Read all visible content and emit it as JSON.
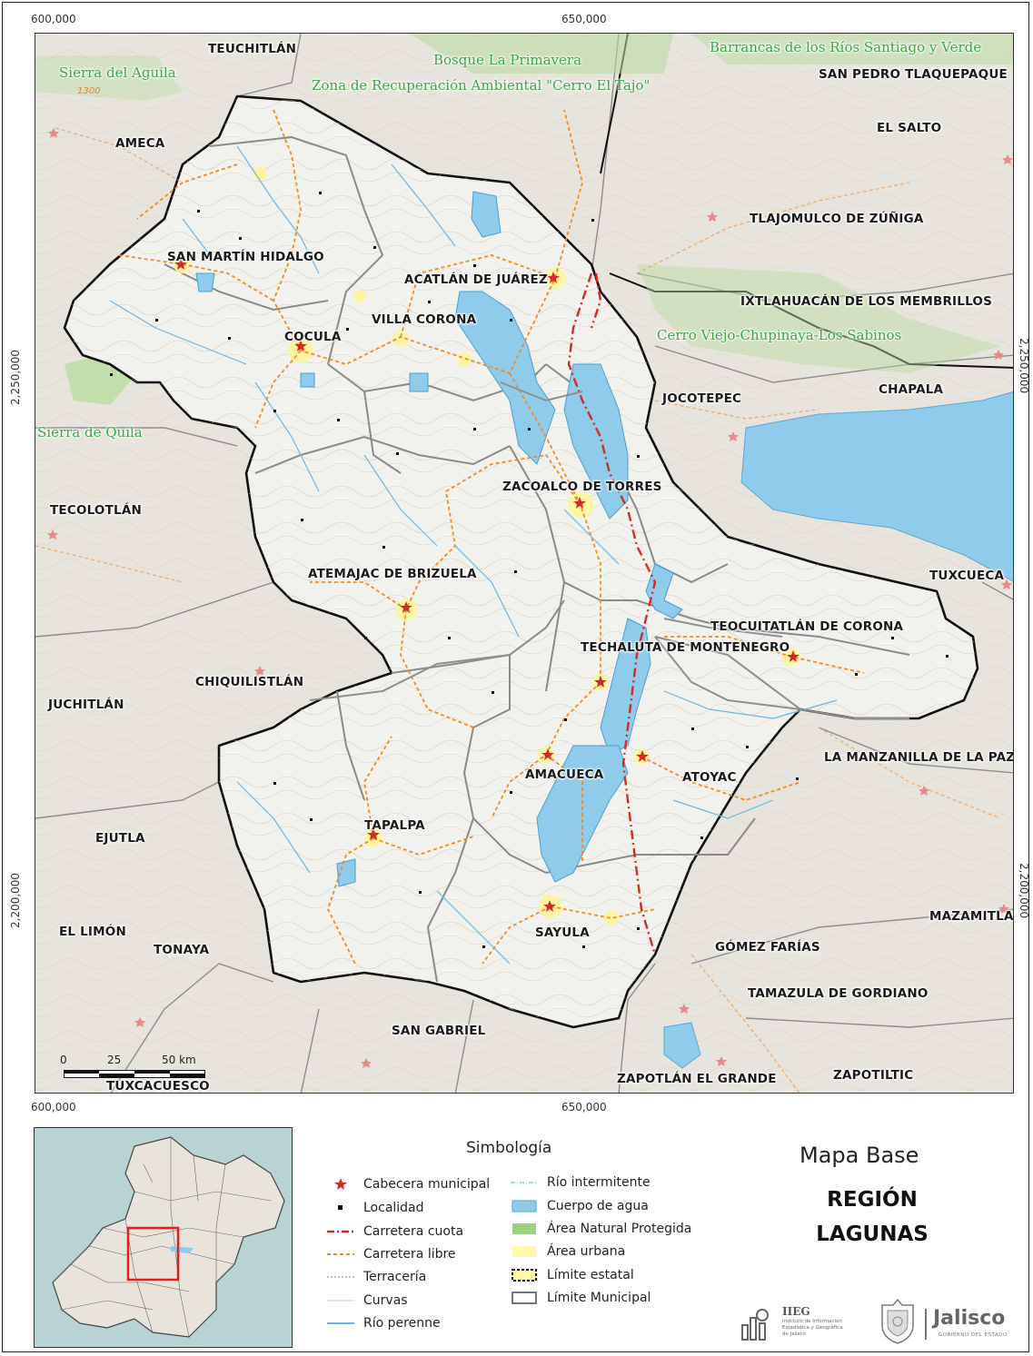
{
  "coords": {
    "top": [
      "600,000",
      "650,000"
    ],
    "bottom": [
      "600,000",
      "650,000"
    ],
    "left": [
      "2,250,000",
      "2,200,000"
    ],
    "right": [
      "2,250,000",
      "2,200,000"
    ]
  },
  "map": {
    "anp_labels": {
      "sierra_aguila": "Sierra del Aguila",
      "bosque_primavera": "Bosque La Primavera",
      "cerro_tajo": "Zona de Recuperación Ambiental \"Cerro El Tajo\"",
      "barrancas": "Barrancas de los Ríos Santiago y Verde",
      "cerro_viejo": "Cerro Viejo-Chupinaya-Los Sabinos",
      "sierra_quila": "Sierra de Quila"
    },
    "contour_label": "1300",
    "municipalities": {
      "teuchitlan": "TEUCHITLÁN",
      "san_pedro": "SAN PEDRO TLAQUEPAQUE",
      "ameca": "AMECA",
      "el_salto": "EL SALTO",
      "tlajomulco": "TLAJOMULCO DE ZÚÑIGA",
      "san_martin": "SAN MARTÍN HIDALGO",
      "acatlan": "ACATLÁN DE JUÁREZ",
      "ixtlahuacan": "IXTLAHUACÁN DE LOS MEMBRILLOS",
      "villa_corona": "VILLA CORONA",
      "cocula": "COCULA",
      "jocotepec": "JOCOTEPEC",
      "chapala": "CHAPALA",
      "zacoalco": "ZACOALCO DE TORRES",
      "tecolotlan": "TECOLOTLÁN",
      "atemajac": "ATEMAJAC DE BRIZUELA",
      "tuxcueca": "TUXCUECA",
      "teocuitatlan": "TEOCUITATLÁN DE CORONA",
      "techaluta": "TECHALUTA DE MONTENEGRO",
      "chiquilistlan": "CHIQUILISTLÁN",
      "juchitlan": "JUCHITLÁN",
      "la_manzanilla": "LA MANZANILLA DE LA PAZ",
      "amacueca": "AMACUECA",
      "atoyac": "ATOYAC",
      "ejutla": "EJUTLA",
      "tapalpa": "TAPALPA",
      "el_limon": "EL LIMÓN",
      "tonaya": "TONAYA",
      "sayula": "SAYULA",
      "mazamitla": "MAZAMITLA",
      "gomez_farias": "GÓMEZ FARÍAS",
      "tamazula": "TAMAZULA DE GORDIANO",
      "san_gabriel": "SAN GABRIEL",
      "tuxcacuesco": "TUXCACUESCO",
      "zapotlan": "ZAPOTLÁN EL GRANDE",
      "zapotiltic": "ZAPOTILTIC"
    },
    "scale": {
      "zero": "0",
      "mid": "25",
      "end": "50 km"
    }
  },
  "legend": {
    "title": "Simbología",
    "col1": [
      "Cabecera municipal",
      "Localidad",
      "Carretera cuota",
      "Carretera libre",
      "Terracería",
      "Curvas",
      "Río perenne"
    ],
    "col2": [
      "Río intermitente",
      "Cuerpo de agua",
      "Área Natural Protegida",
      "Área urbana",
      "Límite estatal",
      "Límite Municipal"
    ]
  },
  "title": {
    "kind": "Mapa Base",
    "line1": "REGIÓN",
    "line2": "LAGUNAS"
  },
  "logos": {
    "ieeg": "IIEG",
    "ieeg_sub1": "Instituto de Información",
    "ieeg_sub2": "Estadística y Geográfica",
    "ieeg_sub3": "de Jalisco",
    "jalisco": "Jalisco",
    "jalisco_sub": "GOBIERNO DEL ESTADO"
  },
  "colors": {
    "water": "#8fcbeb",
    "urban": "#fff9a8",
    "anp": "#9fd07f",
    "toll_road": "#d42a22",
    "free_road": "#ef8c1f",
    "region_fill": "#f1f1ee",
    "outside": "#e6e4dc",
    "star": "#d42a22",
    "anp_text": "#3fa34a"
  },
  "icons": {
    "cabecera": "red-star-icon",
    "localidad": "black-square-icon"
  }
}
